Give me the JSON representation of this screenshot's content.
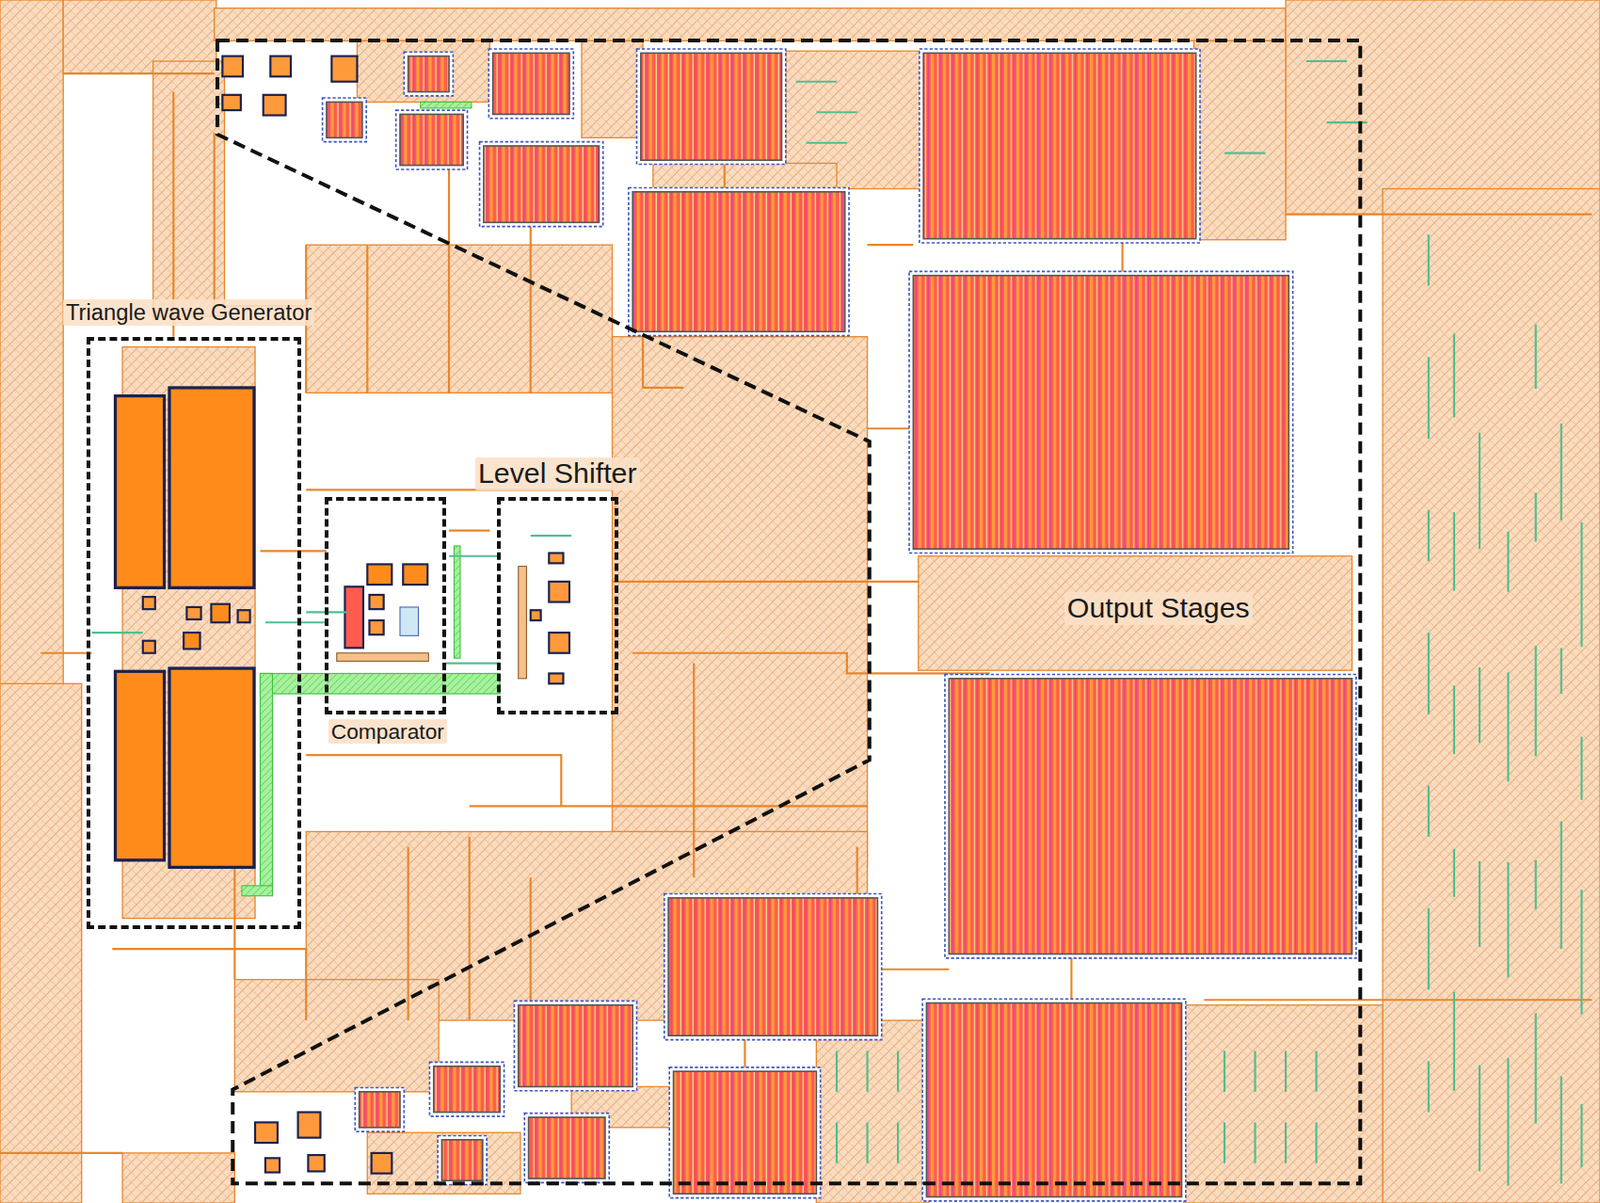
{
  "diagram": {
    "nodes": [
      {
        "text": [
          "Triangle wave Generator"
        ]
      },
      {
        "text": [
          "Comparator"
        ]
      },
      {
        "text": [
          "Level Shifter"
        ]
      },
      {
        "text": [
          "Output Stages"
        ]
      }
    ]
  }
}
